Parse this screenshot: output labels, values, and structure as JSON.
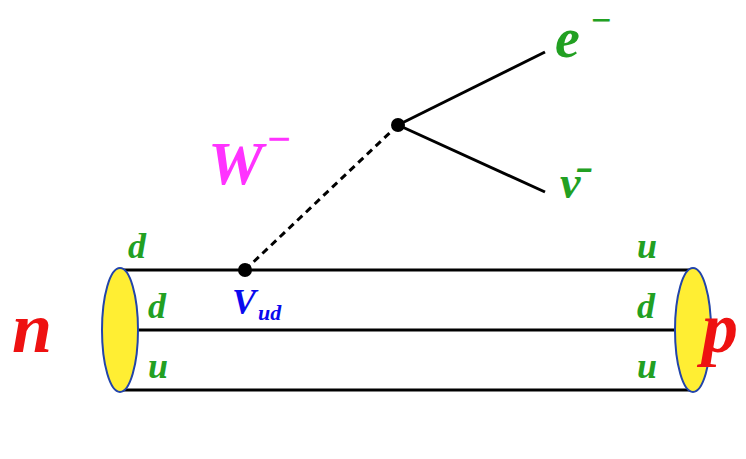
{
  "diagram": {
    "labels": [
      "e",
      "−",
      "W",
      "−",
      "ν̄",
      "d",
      "u",
      "V",
      "ud",
      "d",
      "d",
      "n",
      "p",
      "u",
      "u"
    ]
  }
}
